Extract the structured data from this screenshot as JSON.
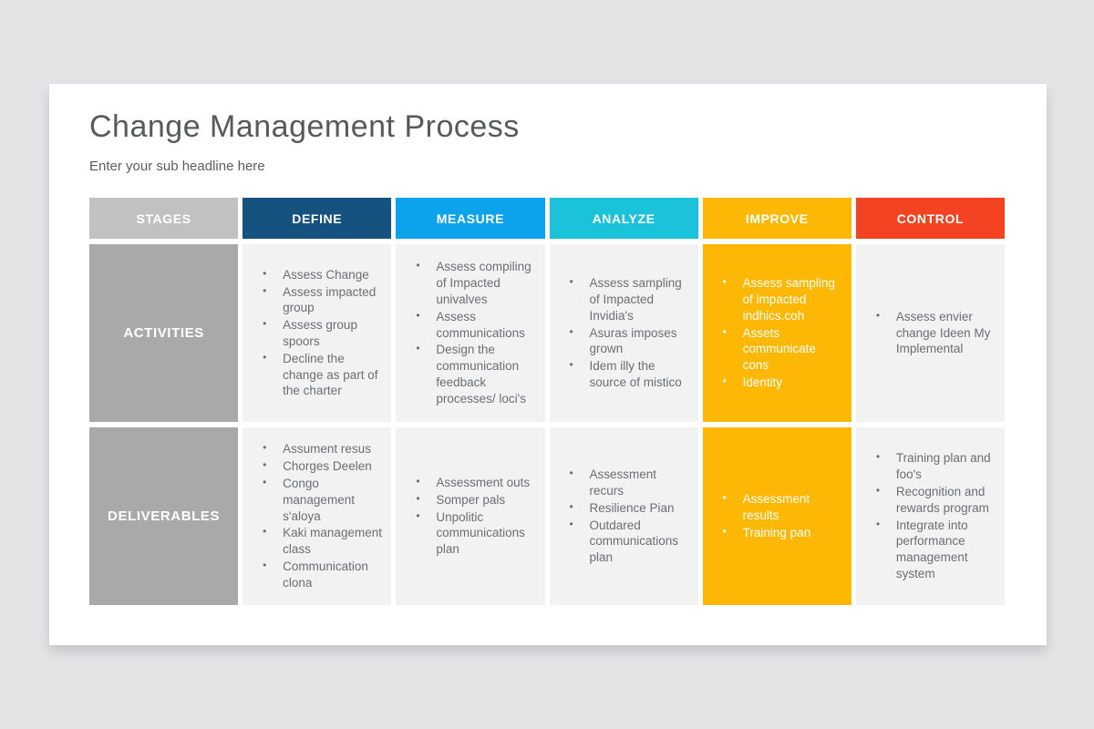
{
  "page": {
    "background_color": "#e4e4e6",
    "slide_color": "#ffffff"
  },
  "slide": {
    "title": "Change Management Process",
    "subtitle": "Enter your sub headline here",
    "title_color": "#58595b"
  },
  "table": {
    "stages_header": {
      "label": "STAGES",
      "color": "#c1c1c1"
    },
    "row_label_color": "#a9a9a9",
    "cell_color": "#f2f2f2",
    "body_text_color": "#6d6e71",
    "highlight": {
      "column": "IMPROVE",
      "cell_color": "#fcb805",
      "text_color": "#ffffff"
    },
    "columns": [
      {
        "label": "DEFINE",
        "color": "#15527f"
      },
      {
        "label": "MEASURE",
        "color": "#0da3ec"
      },
      {
        "label": "ANALYZE",
        "color": "#1ac3da"
      },
      {
        "label": "IMPROVE",
        "color": "#fcb805"
      },
      {
        "label": "CONTROL",
        "color": "#f44322"
      }
    ],
    "rows": [
      {
        "label": "ACTIVITIES",
        "cells": [
          [
            "Assess Change",
            "Assess impacted group",
            "Assess group spoors",
            "Decline the change as part of the charter"
          ],
          [
            "Assess compiling of Impacted univalves",
            "Assess communications",
            "Design the communication feedback processes/ loci's"
          ],
          [
            "Assess sampling of Impacted Invidia's",
            "Asuras imposes grown",
            "Idem illy the source of mistico"
          ],
          [
            "Assess sampling of impacted indhics.coh",
            "Assets communicate cons",
            "Identity"
          ],
          [
            "Assess envier change Ideen My Implemental"
          ]
        ]
      },
      {
        "label": "DELIVERABLES",
        "cells": [
          [
            "Assument resus",
            "Chorges Deelen",
            "Congo management s'aloya",
            "Kaki management class",
            "Communication clona"
          ],
          [
            "Assessment outs",
            "Somper pals",
            "Unpolitic communications plan"
          ],
          [
            "Assessment recurs",
            "Resilience Pian",
            "Outdared communications plan"
          ],
          [
            "Assessment results",
            "Training pan"
          ],
          [
            "Training plan and foo's",
            "Recognition and rewards program",
            "Integrate into performance management system"
          ]
        ]
      }
    ]
  }
}
